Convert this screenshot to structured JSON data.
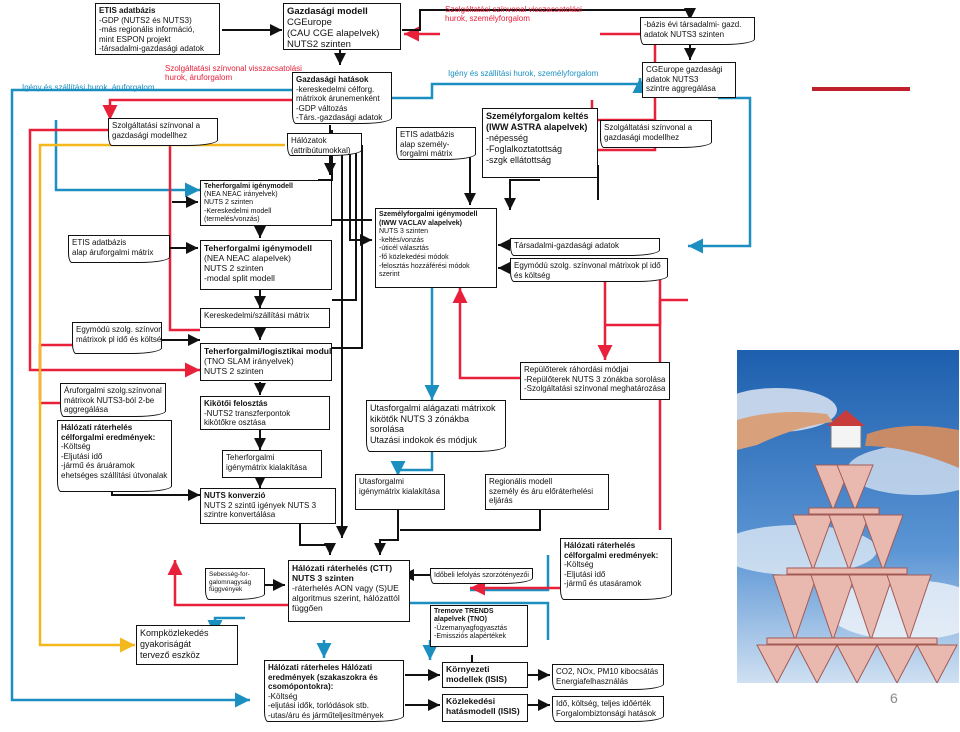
{
  "colors": {
    "red": "#e8203a",
    "blue": "#1a8fc0",
    "yellow": "#f5b81c",
    "black": "#111111",
    "accent": "#c0202c"
  },
  "page_number": "6",
  "labels": {
    "top_red": "Szolgáltatási színvonal visszacsatolási\nhurok, személyforgalom",
    "left_red": "Szolgáltatási színvonal visszacsatolási\nhurok, áruforgalom",
    "left_blue": "Igény és szállítási hurok, áruforgalom",
    "right_blue": "Igény és szállítási hurok, személyforgalom"
  },
  "nodes": {
    "etis": {
      "title": "ETIS adatbázis",
      "lines": [
        "-GDP (NUTS2 és NUTS3)",
        "-más regionális információ,",
        "mint ESPON projekt",
        "-társadalmi-gazdasági adatok"
      ]
    },
    "gazd_modell": {
      "title": "Gazdasági modell",
      "lines": [
        "CGEurope",
        "(CAU CGE alapelvek)",
        "NUTS2 szinten"
      ]
    },
    "bazis": {
      "title": "",
      "lines": [
        "-bázis évi társadalmi- gazd.",
        "adatok NUTS3 szinten"
      ]
    },
    "cgeurope_agg": {
      "title": "",
      "lines": [
        "CGEurope gazdasági",
        "adatok NUTS3",
        "szintre aggregálása"
      ]
    },
    "gazd_hatasok": {
      "title": "Gazdasági hatások",
      "lines": [
        "-kereskedelmi célforg.",
        "mátrixok árunemenként",
        "-GDP változás",
        "-Társ.-gazdasági adatok"
      ]
    },
    "szolg_left": {
      "title": "",
      "lines": [
        "Szolgáltatási színvonal a",
        "gazdasági modellhez"
      ]
    },
    "szolg_right": {
      "title": "",
      "lines": [
        "Szolgáltatási színvonal a",
        "gazdasági modellhez"
      ]
    },
    "halozatok": {
      "title": "",
      "lines": [
        "Hálózatok",
        "(attribútumokkal)"
      ]
    },
    "etis_szemely": {
      "title": "",
      "lines": [
        "ETIS adatbázis",
        "alap személy-",
        "forgalmi mátrix"
      ]
    },
    "szemely_keltes": {
      "title": "Személyforgalom keltés (IWW ASTRA alapelvek)",
      "lines": [
        "-népesség",
        "-Foglalkoztatottság",
        "-szgk ellátottság"
      ]
    },
    "teher1": {
      "title": "Teherforgalmi igénymodell",
      "lines": [
        "(NEA NEAC irányelvek)",
        "NUTS 2 szinten",
        "-Kereskedelmi modell",
        "(termelés/vonzás)"
      ]
    },
    "szemely_igeny": {
      "title": "Személyforgalmi igénymodell (IWW VACLAV alapelvek)",
      "lines": [
        "NUTS 3 szinten",
        "-keltés/vonzás",
        "-úticél választás",
        "-fő közlekedési módok",
        "-felosztás hozzáférési módok",
        "szerint"
      ]
    },
    "etis_aru": {
      "title": "",
      "lines": [
        "ETIS adatbázis",
        "alap áruforgalmi mátrix"
      ]
    },
    "teher2": {
      "title": "Teherforgalmi igénymodell",
      "lines": [
        "(NEA NEAC alapelvek)",
        "NUTS 2 szinten",
        "-modal split modell"
      ]
    },
    "tarsadalmi": {
      "title": "",
      "lines": [
        "Társadalmi-gazdasági adatok"
      ]
    },
    "egymodu_right": {
      "title": "",
      "lines": [
        "Egymódú szolg. színvonal mátrixok pl idő",
        "és költség"
      ]
    },
    "keresk_matrix": {
      "title": "",
      "lines": [
        "Kereskedelmi/szállítási mátrix"
      ]
    },
    "egymodu_left": {
      "title": "",
      "lines": [
        "Egymódú szolg. színvonal",
        "mátrixok pl idő és költség"
      ]
    },
    "teher_log": {
      "title": "Teherforgalmi/logisztikai modul",
      "lines": [
        "(TNO SLAM irányelvek)",
        "NUTS 2 szinten"
      ]
    },
    "repter": {
      "title": "",
      "lines": [
        "Repülőterek ráhordási módjai",
        "-Repülőterek NUTS 3 zónákba sorolása",
        "-Szolgáltatási színvonal meghatározása"
      ]
    },
    "aruforg_szolg": {
      "title": "",
      "lines": [
        "Áruforgalmi szolg.színvonal",
        "mátrixok NUTS3-ból 2-be",
        "aggregálása"
      ]
    },
    "kikoto": {
      "title": "Kikötői felosztás",
      "lines": [
        "-NUTS2 transzferpontok",
        "kikötőkre osztása"
      ]
    },
    "utasforg_matrix": {
      "title": "",
      "lines": [
        "Utasforgalmi alágazati mátrixok",
        "kikötők NUTS 3 zónákba",
        "sorolása",
        "Utazási indokok és módjuk"
      ]
    },
    "halozati_left": {
      "title": "Hálózati ráterhelés célforgalmi eredmények:",
      "lines": [
        "-Költség",
        "-Eljutási idő",
        "-jármű és áruáramok",
        "ehetséges szállítási útvonalak"
      ]
    },
    "teher_igenymatrix": {
      "title": "",
      "lines": [
        "Teherforgalmi",
        "igénymátrix kialakítása"
      ]
    },
    "utasforg_igeny": {
      "title": "",
      "lines": [
        "Utasforgalmi",
        "igénymátrix kialakítása"
      ]
    },
    "regionalis": {
      "title": "",
      "lines": [
        "Regionális modell",
        "személy és áru  előráterhelési",
        "eljárás"
      ]
    },
    "nuts_konv": {
      "title": "NUTS konverzió",
      "lines": [
        "NUTS 2 szintű igények NUTS 3",
        "szintre konvertálása"
      ]
    },
    "sebesseg": {
      "title": "",
      "lines": [
        "Sebesség-for-",
        "galomnagyság",
        "függvények"
      ]
    },
    "raterheles": {
      "title": "Hálózati ráterhelés (CTT) NUTS 3 szinten",
      "lines": [
        "-ráterhelés AON vagy (S)UE",
        "algoritmus szerint, hálózattól",
        "függően"
      ]
    },
    "idobeli": {
      "title": "",
      "lines": [
        "Időbeli lefolyás szorzótényezői"
      ]
    },
    "halozati_right": {
      "title": "Hálózati ráterhelés célforgalmi eredmények:",
      "lines": [
        "-Költség",
        "-Eljutási idő",
        "-jármű és utasáramok"
      ]
    },
    "kompkozl": {
      "title": "",
      "lines": [
        "Kompközlekedés",
        "gyakoriságát",
        "tervező eszköz"
      ]
    },
    "tremove": {
      "title": "Tremove TRENDS alapelvek (TNO)",
      "lines": [
        "-Üzemanyagfogyasztás",
        "-Emissziós alapértékek"
      ]
    },
    "halozati_bottom": {
      "title": "Hálózati ráterheles Hálózati eredmények (szakaszokra és csomópontokra):",
      "lines": [
        "-Költség",
        "-eljutási idők, torlódások stb.",
        "-utas/áru és járműteljesítmények"
      ]
    },
    "kornyezeti": {
      "title": "Környezeti modellek (ISIS)",
      "lines": []
    },
    "co2": {
      "title": "",
      "lines": [
        "CO2, NOx, PM10 kibocsátás",
        "Energiafelhasználás"
      ]
    },
    "kozlekedesi": {
      "title": "Közlekedési hatásmodell (ISIS)",
      "lines": []
    },
    "ido_koltseg": {
      "title": "",
      "lines": [
        "Idő, költség, teljes időérték",
        "Forgalombiztonsági hatások"
      ]
    }
  }
}
